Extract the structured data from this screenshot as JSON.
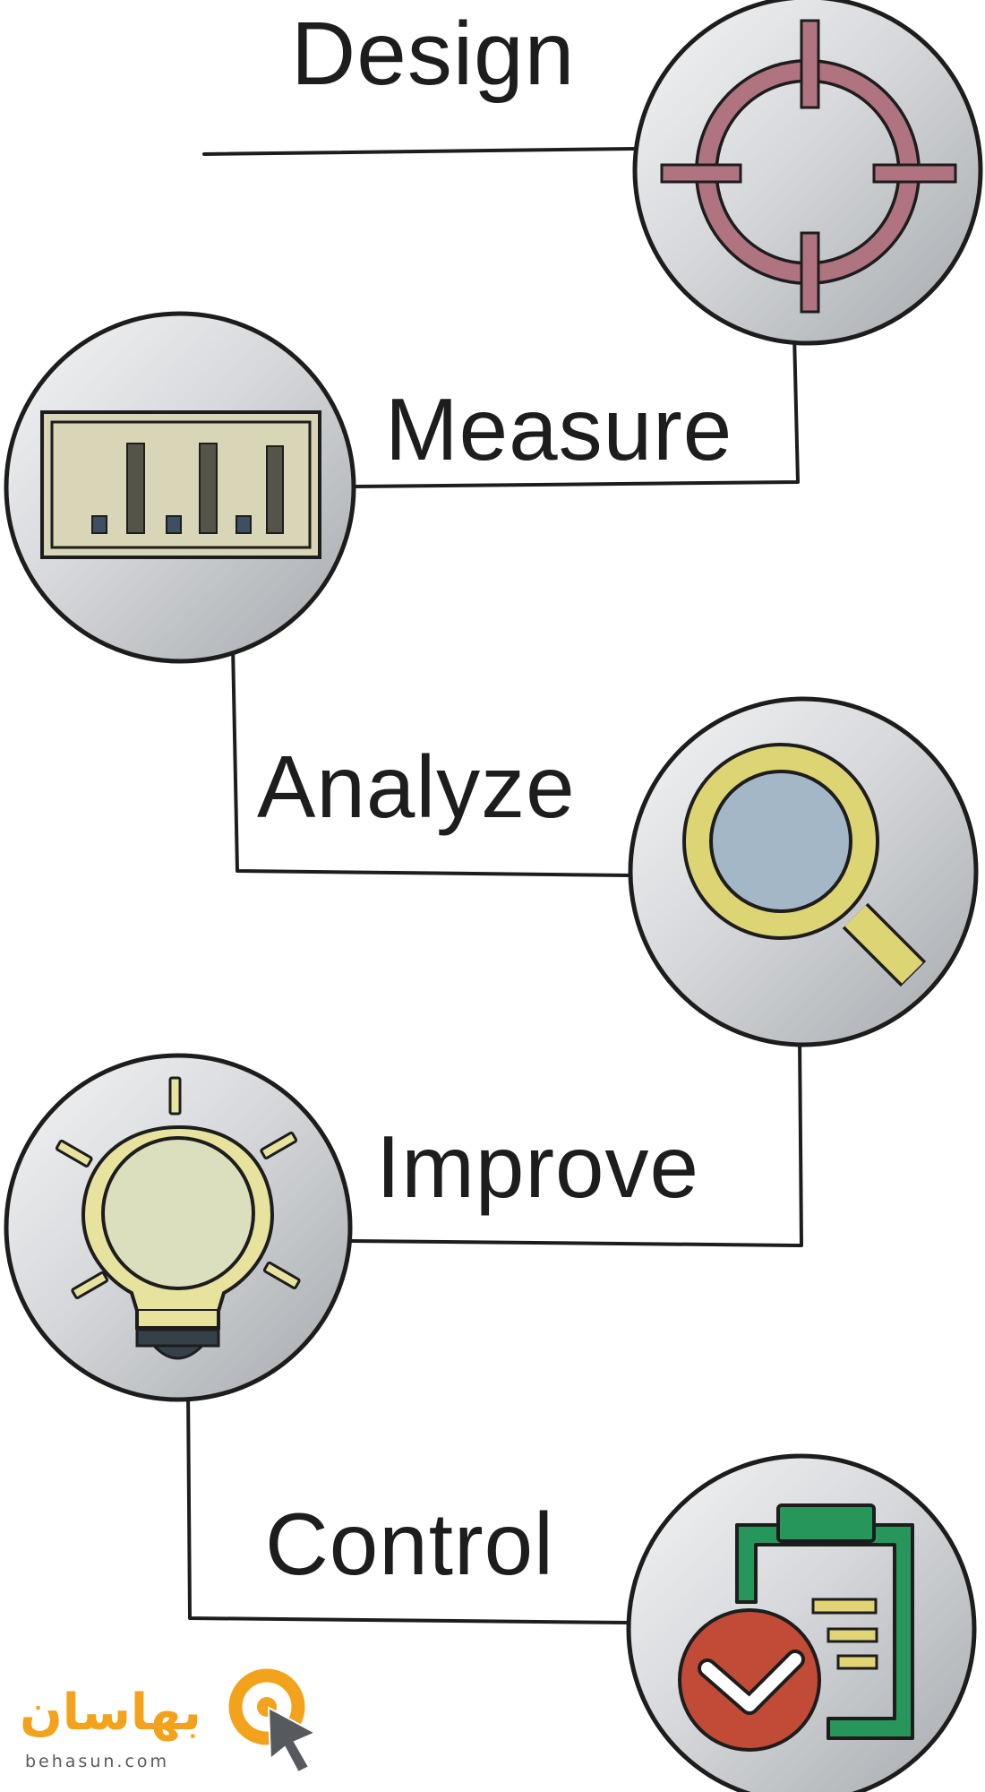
{
  "steps": [
    {
      "label": "Design",
      "icon": "target-crosshair-icon"
    },
    {
      "label": "Measure",
      "icon": "bar-chart-icon"
    },
    {
      "label": "Analyze",
      "icon": "magnifying-glass-icon"
    },
    {
      "label": "Improve",
      "icon": "light-bulb-icon"
    },
    {
      "label": "Control",
      "icon": "clipboard-check-icon"
    }
  ],
  "logo": {
    "name": "بهاسان",
    "url": "behasun.com",
    "icon": "cursor-pointer-icon"
  },
  "colors": {
    "outline": "#1d1d1d",
    "circle_light": "#f3f4f5",
    "circle_dark": "#a7aaae",
    "target": "#b07380",
    "chart_frame": "#d8d6b6",
    "chart_bar_dark": "#545449",
    "chart_bar_blue": "#3e4f62",
    "magnifier_rim": "#ddd474",
    "magnifier_lens": "#a3b7c6",
    "bulb_glass": "#dcdfbd",
    "bulb_rim": "#e7e39f",
    "bulb_base": "#344148",
    "clipboard_green": "#27965a",
    "check_red": "#c14b36",
    "note_lines": "#e1d474",
    "logo_orange": "#f3a21b",
    "logo_grey": "#565a5f"
  }
}
